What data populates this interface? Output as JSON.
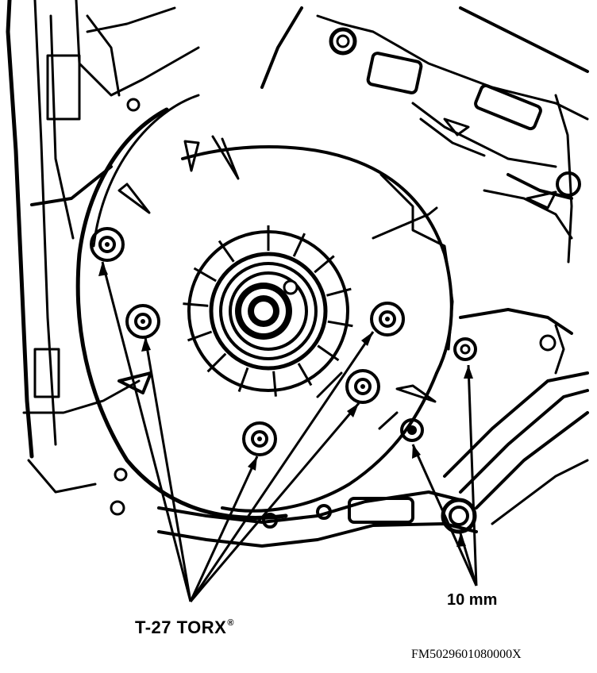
{
  "labels": {
    "torx": "T-27 TORX",
    "registered_mark": "®",
    "ten_mm": "10 mm",
    "figure_code": "FM5029601080000X"
  },
  "colors": {
    "ink": "#000000",
    "paper": "#ffffff"
  }
}
